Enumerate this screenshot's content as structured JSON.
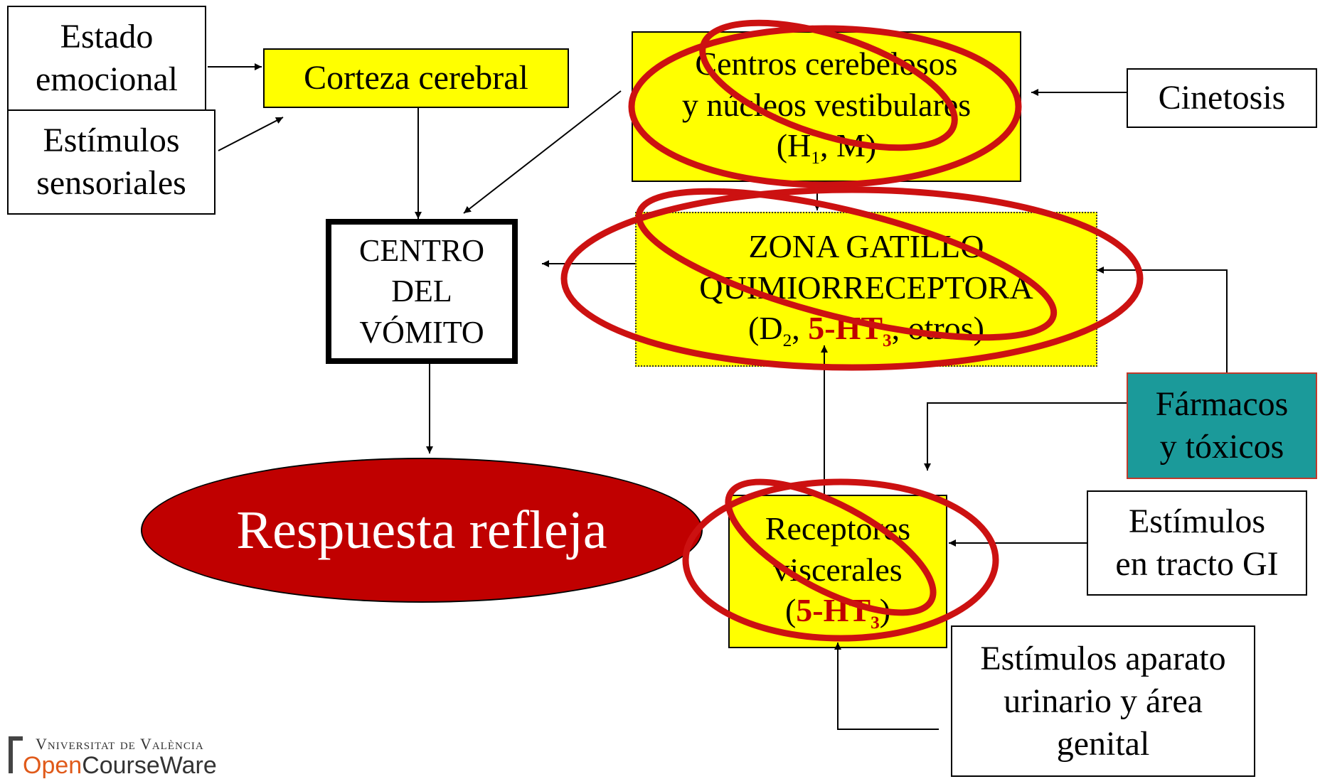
{
  "nodes": {
    "estado_emocional": [
      "Estado",
      "emocional"
    ],
    "estimulos_sensoriales": [
      "Estímulos",
      "sensoriales"
    ],
    "corteza_cerebral": "Corteza cerebral",
    "centros_cerebelosos": {
      "line1": "Centros cerebelosos",
      "line2": "y núcleos vestibulares",
      "line3_pre": "(H",
      "line3_sub": "1",
      "line3_post": ", M)"
    },
    "cinetosis": "Cinetosis",
    "centro_vomito": [
      "CENTRO",
      "DEL",
      "VÓMITO"
    ],
    "zona_gatillo": {
      "line1": "ZONA GATILLO",
      "line2": "QUIMIORRECEPTORA",
      "line3_open": "(D",
      "line3_sub1": "2",
      "line3_sep": ", ",
      "line3_red": "5-HT",
      "line3_sub2": "3",
      "line3_post": ", otros)"
    },
    "farmacos": [
      "Fármacos",
      "y tóxicos"
    ],
    "respuesta_refleja": "Respuesta refleja",
    "receptores_viscerales": {
      "line1": "Receptores",
      "line2": "viscerales",
      "line3_open": "(",
      "line3_red": "5-HT",
      "line3_sub": "3",
      "line3_close": ")"
    },
    "estimulos_gi": [
      "Estímulos",
      "en tracto GI"
    ],
    "estimulos_urinario": [
      "Estímulos aparato",
      "urinario y área",
      "genital"
    ]
  },
  "logo": {
    "university": "Vniversitat de València",
    "brand_open": "Open",
    "brand_rest": "CourseWare"
  },
  "colors": {
    "yellow": "#ffff00",
    "teal": "#1b9a9a",
    "red": "#c00000",
    "prohibition_red": "#cc1111"
  },
  "prohibited_nodes": [
    "centros_cerebelosos",
    "zona_gatillo",
    "receptores_viscerales"
  ]
}
